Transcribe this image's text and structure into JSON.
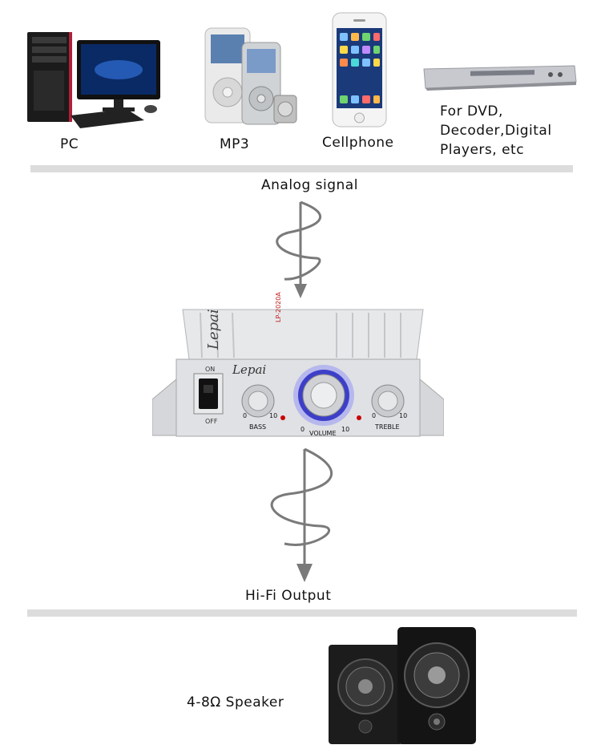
{
  "sources": [
    {
      "label": "PC"
    },
    {
      "label": "MP3"
    },
    {
      "label": "Cellphone"
    },
    {
      "label_lines": [
        "For  DVD,",
        "Decoder,Digital",
        "Players,  etc"
      ]
    }
  ],
  "signal_in": {
    "label": "Analog  signal"
  },
  "amplifier": {
    "brand": "Lepai",
    "model": "LP-2020A",
    "switch_on": "ON",
    "switch_off": "OFF",
    "knobs": [
      {
        "label": "BASS",
        "min": "0",
        "max": "10"
      },
      {
        "label": "VOLUME",
        "min": "0",
        "max": "10"
      },
      {
        "label": "TREBLE",
        "min": "0",
        "max": "10"
      }
    ]
  },
  "signal_out": {
    "label": "Hi-Fi  Output"
  },
  "speaker": {
    "label": "4-8Ω Speaker"
  },
  "colors": {
    "divider": "#dcdcdc",
    "arrow": "#7a7a7a",
    "volume_glow": "#6a6cff"
  }
}
